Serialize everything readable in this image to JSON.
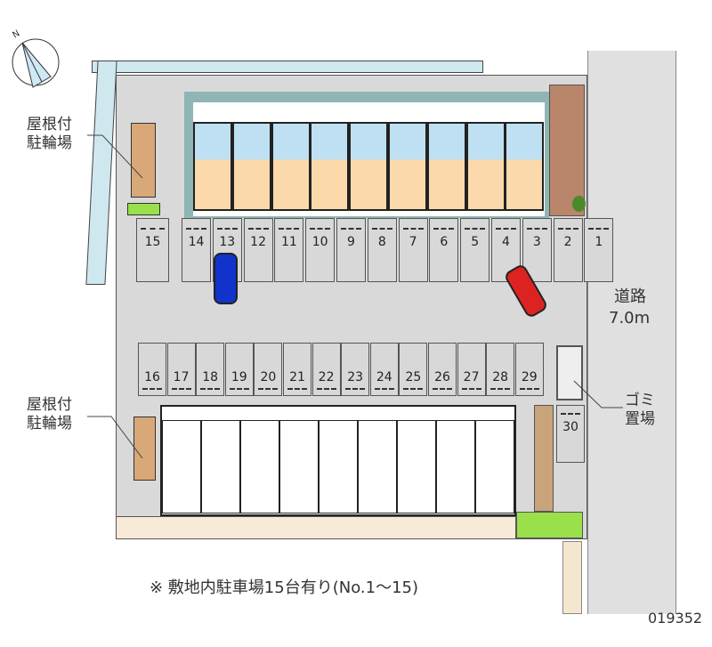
{
  "compass": {
    "north_label": "N"
  },
  "labels": {
    "bike_shed_top": [
      "屋根付",
      "駐輪場"
    ],
    "bike_shed_bottom": [
      "屋根付",
      "駐輪場"
    ],
    "road": [
      "道路",
      "7.0m"
    ],
    "garbage": [
      "ゴミ",
      "置場"
    ]
  },
  "parking": {
    "top_row": [
      "15",
      "14",
      "13",
      "12",
      "11",
      "10",
      "9",
      "8",
      "7",
      "6",
      "5",
      "4",
      "3",
      "2",
      "1"
    ],
    "bottom_row": [
      "16",
      "17",
      "18",
      "19",
      "20",
      "21",
      "22",
      "23",
      "24",
      "25",
      "26",
      "27",
      "28",
      "29"
    ],
    "side": "30"
  },
  "footnote": "※ 敷地内駐車場15台有り(No.1～15)",
  "code": "019352",
  "colors": {
    "road": "#e0e0e0",
    "lot": "#d9d9d9",
    "channel": "#cfe8f0",
    "unit_blue": "#bfe0f2",
    "unit_orange": "#fbd9aa",
    "brick": "#b9856b",
    "green": "#99e04a",
    "car_blue": "#1133cc",
    "car_red": "#dd2222"
  }
}
